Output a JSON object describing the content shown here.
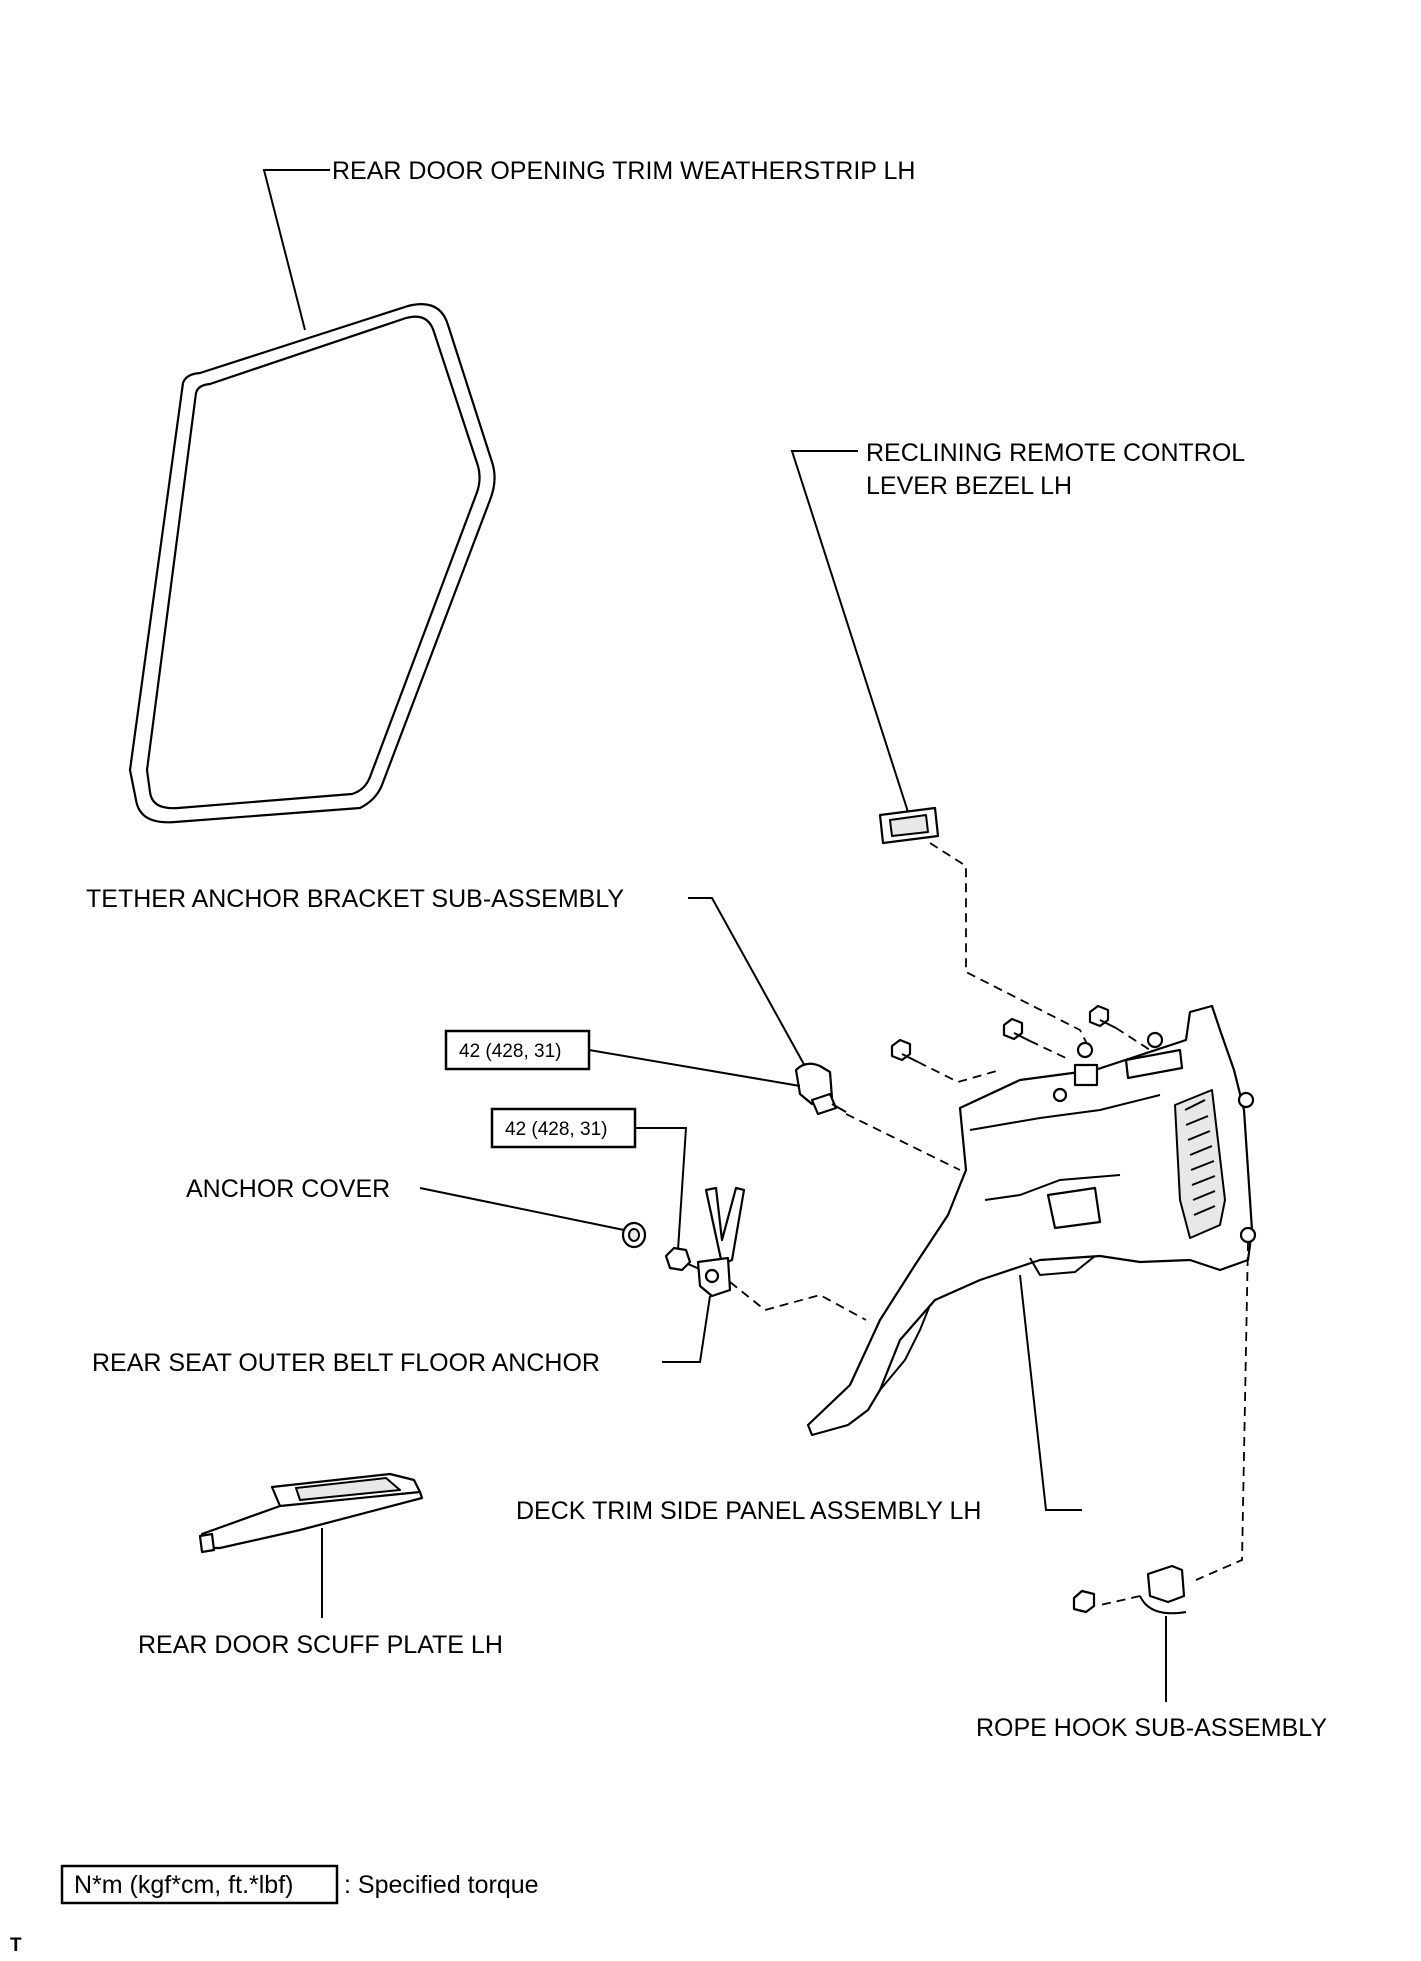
{
  "labels": {
    "weatherstrip": "REAR DOOR OPENING TRIM WEATHERSTRIP LH",
    "bezel_line1": "RECLINING REMOTE CONTROL",
    "bezel_line2": "LEVER BEZEL LH",
    "tether": "TETHER ANCHOR BRACKET SUB-ASSEMBLY",
    "anchor_cover": "ANCHOR COVER",
    "belt_anchor": "REAR SEAT OUTER BELT FLOOR ANCHOR",
    "deck_panel": "DECK TRIM SIDE PANEL ASSEMBLY LH",
    "scuff_plate": "REAR DOOR SCUFF PLATE LH",
    "rope_hook": "ROPE HOOK SUB-ASSEMBLY"
  },
  "torques": {
    "tether_bolt": "42 (428, 31)",
    "belt_bolt": "42 (428, 31)"
  },
  "legend": {
    "unit": "N*m (kgf*cm, ft.*lbf)",
    "text": ": Specified torque"
  },
  "corner_mark": "T"
}
